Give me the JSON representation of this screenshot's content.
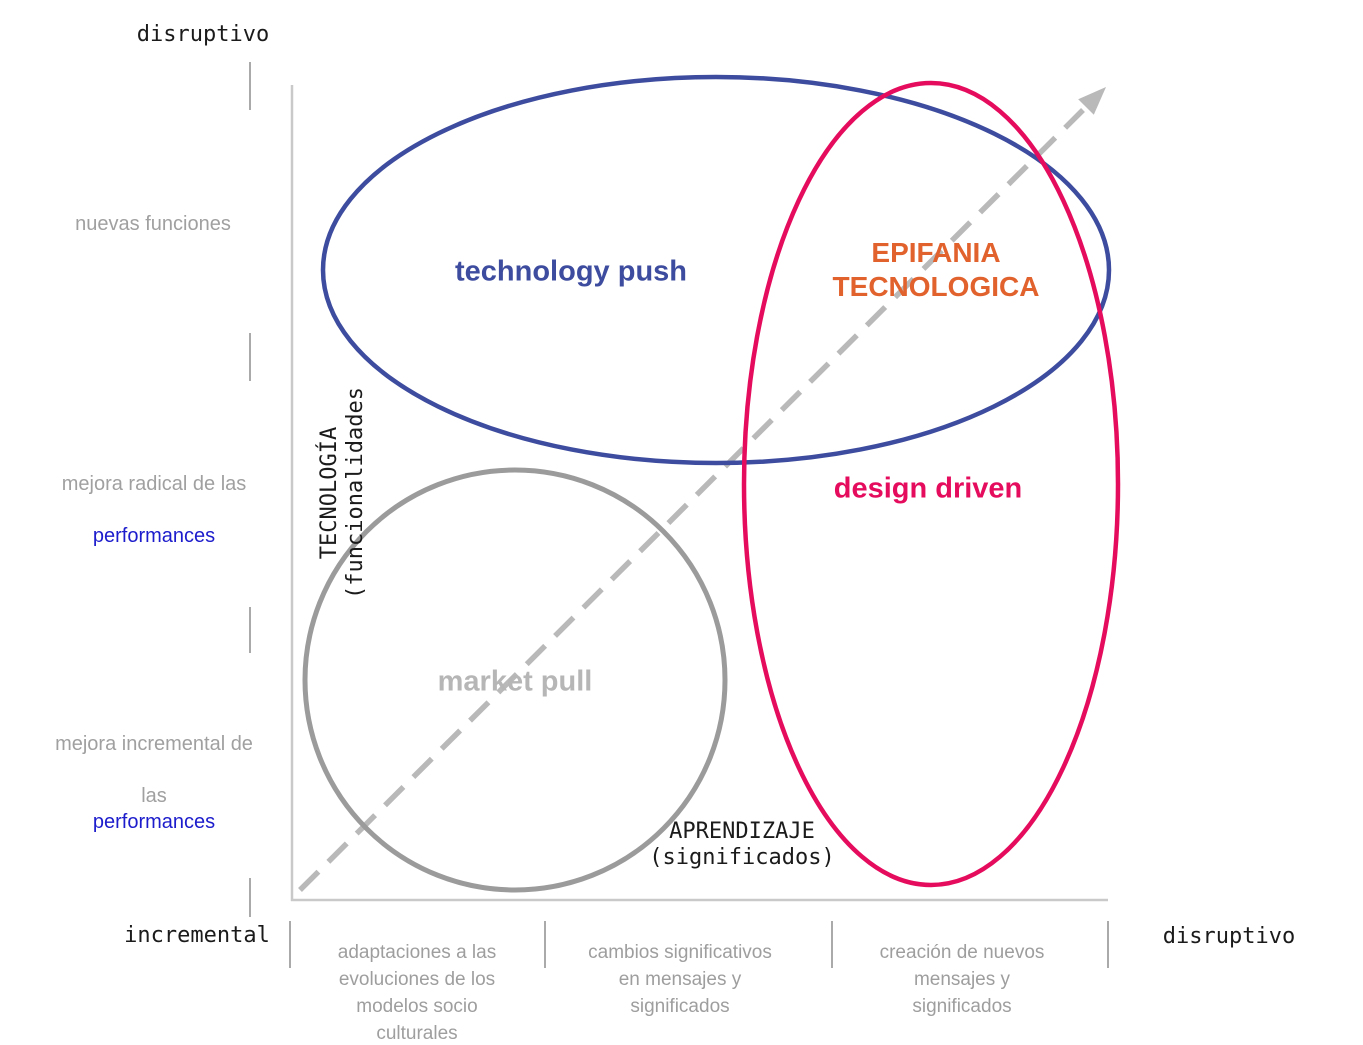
{
  "diagram_title": "design driven innovation matrix",
  "colors": {
    "technology_push_blue": "#3d4c9e",
    "design_driven_pink": "#e50c5e",
    "epifania_orange": "#e2622d",
    "market_pull_text_gray": "#b6b6b6",
    "circle_stroke_gray": "#9b9b9b",
    "arrow_dash_gray": "#b9b9b9",
    "axis_line_gray": "#c9c9c9",
    "tick_gray": "#aaaaaa",
    "label_gray": "#a0a0a0",
    "performances_blue": "#1c1ccc",
    "mono_text_black": "#1b1b1b"
  },
  "y_axis": {
    "top_end_label": "disruptivo",
    "bottom_end_label": "incremental",
    "axis_title": "TECNOLOGÍA\n(funcionalidades",
    "tick_labels": [
      {
        "text": "nuevas funciones"
      },
      {
        "line1": "mejora radical de las",
        "highlight": "performances"
      },
      {
        "line1": "mejora incremental de",
        "line2_prefix": "las",
        "highlight": "performances"
      }
    ]
  },
  "x_axis": {
    "right_end_label": "disruptivo",
    "axis_title": "APRENDIZAJE\n(significados)",
    "tick_labels": [
      "adaptaciones a las\nevoluciones de los\nmodelos socio\nculturales",
      "cambios significativos\nen mensajes y\nsignificados",
      "creación de nuevos\nmensajes y\nsignificados"
    ]
  },
  "regions": {
    "technology_push": "technology push",
    "market_pull": "market pull",
    "design_driven": "design driven",
    "epifania_tecnologica": "EPIFANIA\nTECNOLOGICA"
  }
}
